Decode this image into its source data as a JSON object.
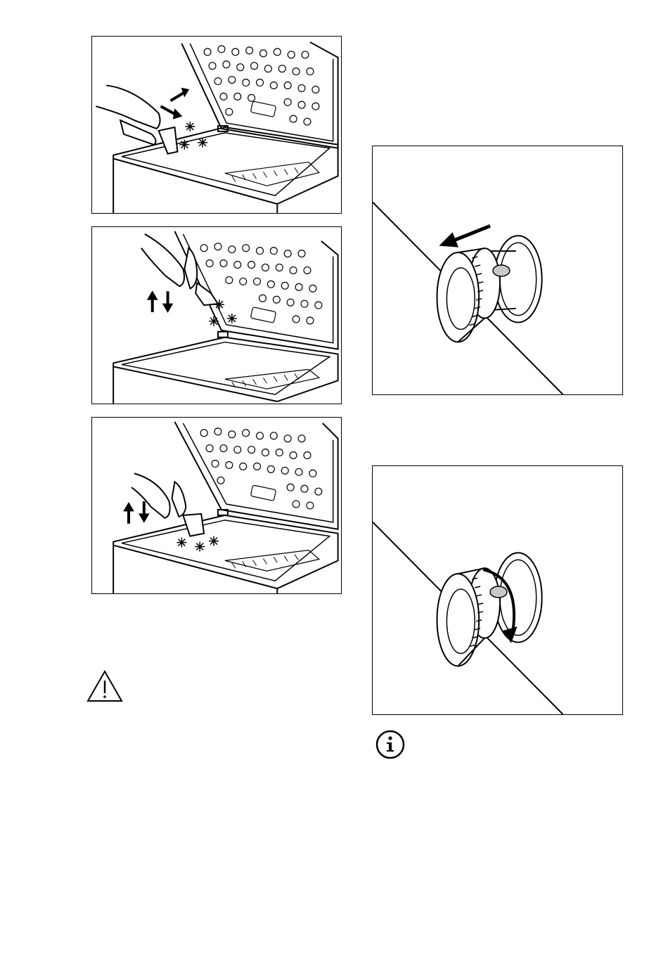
{
  "figures": [
    {
      "id": "fig1",
      "icon": "scraper-on-rim-icon"
    },
    {
      "id": "fig2",
      "icon": "scraper-on-lid-icon"
    },
    {
      "id": "fig3",
      "icon": "scraper-on-rim-icon"
    },
    {
      "id": "fig4",
      "icon": "knob-pull-out-icon"
    },
    {
      "id": "fig5",
      "icon": "knob-rotate-icon"
    }
  ],
  "notices": {
    "warning": {
      "icon": "warning-triangle-icon",
      "text": ""
    },
    "info": {
      "icon": "info-circle-icon",
      "text": ""
    }
  },
  "colors": {
    "line": "#000000",
    "fill": "#ffffff",
    "knob_pin": "#c8c8c8"
  }
}
